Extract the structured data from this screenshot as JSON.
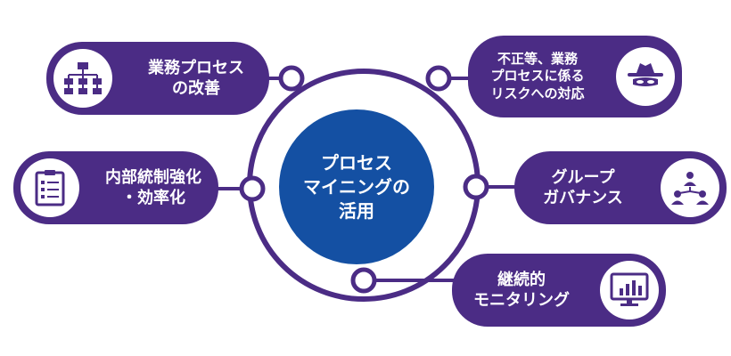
{
  "center": {
    "label": "プロセス\nマイニングの\n活用"
  },
  "items": [
    {
      "label": "業務プロセス\nの改善",
      "icon": "org-chart-icon"
    },
    {
      "label": "内部統制強化\n・効率化",
      "icon": "checklist-icon"
    },
    {
      "label": "不正等、業務\nプロセスに係る\nリスクへの対応",
      "icon": "hacker-icon"
    },
    {
      "label": "グループ\nガバナンス",
      "icon": "group-network-icon"
    },
    {
      "label": "継続的\nモニタリング",
      "icon": "monitor-chart-icon"
    }
  ],
  "colors": {
    "pill": "#4b2c85",
    "center": "#1450a3",
    "ring": "#4b2c85"
  }
}
